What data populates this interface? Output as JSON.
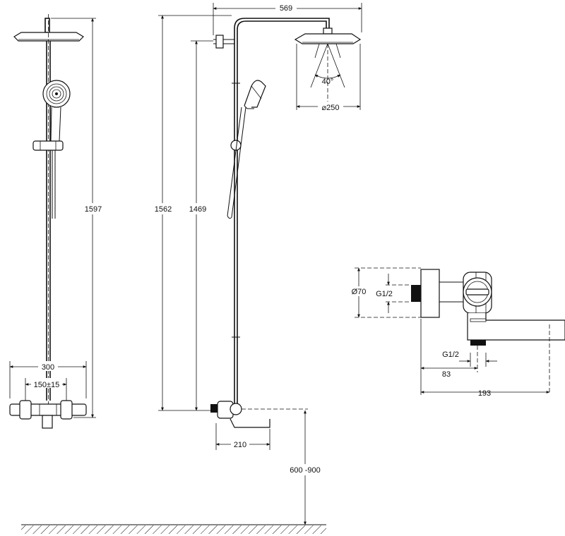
{
  "dimensions": {
    "front_mixer_width": "300",
    "front_mixer_spacing": "150±15",
    "front_total_height": "1597",
    "side_total_height": "1562",
    "side_slide_height": "1469",
    "arm_length": "569",
    "spray_angle": "40°",
    "head_diameter": "⌀250",
    "spout_length": "210",
    "install_height": "600 -900",
    "mixer_diameter": "Ø70",
    "thread_upper": "G1/2",
    "thread_lower": "G1/2",
    "mixer_offset": "83",
    "mixer_depth": "193"
  },
  "colors": {
    "line": "#111111",
    "background": "#ffffff"
  }
}
